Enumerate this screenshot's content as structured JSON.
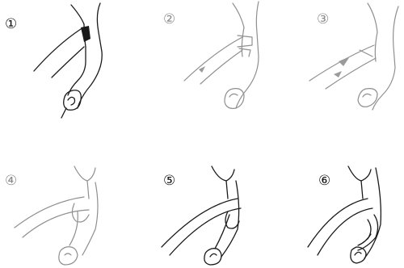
{
  "panels": [
    {
      "label": "①",
      "tone": "dark"
    },
    {
      "label": "②",
      "tone": "light"
    },
    {
      "label": "③",
      "tone": "light"
    },
    {
      "label": "④",
      "tone": "light"
    },
    {
      "label": "⑤",
      "tone": "dark"
    },
    {
      "label": "⑥",
      "tone": "dark"
    }
  ]
}
